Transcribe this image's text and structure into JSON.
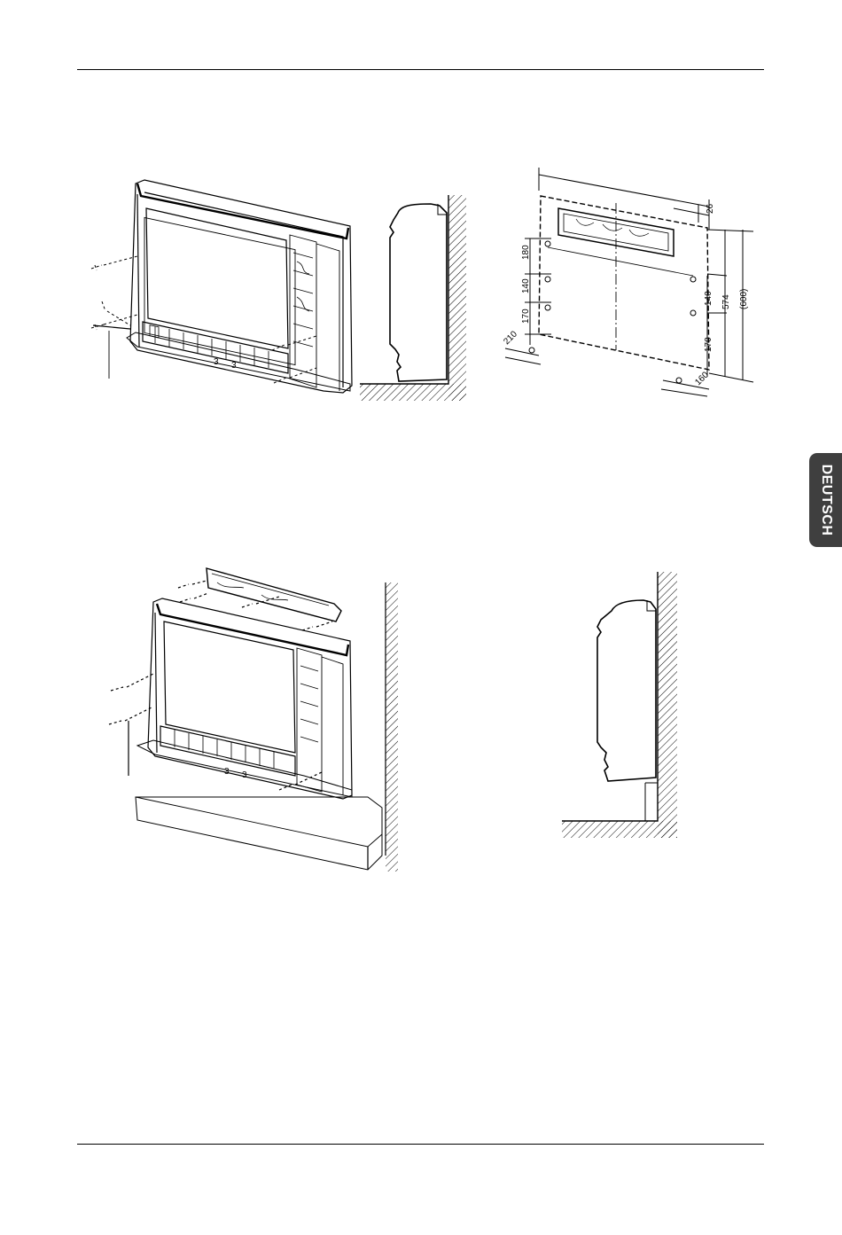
{
  "side_tab": {
    "label": "DEUTSCH"
  },
  "dimensions": {
    "d26": "26",
    "d180": "180",
    "d140_left": "140",
    "d170_left": "170",
    "d140_right": "140",
    "d574": "574",
    "d600": "(600)",
    "d170_right": "170",
    "d210": "210",
    "d160": "160"
  },
  "unit_labels": {
    "a": "3",
    "b": "3",
    "c": "3",
    "d": "3"
  }
}
